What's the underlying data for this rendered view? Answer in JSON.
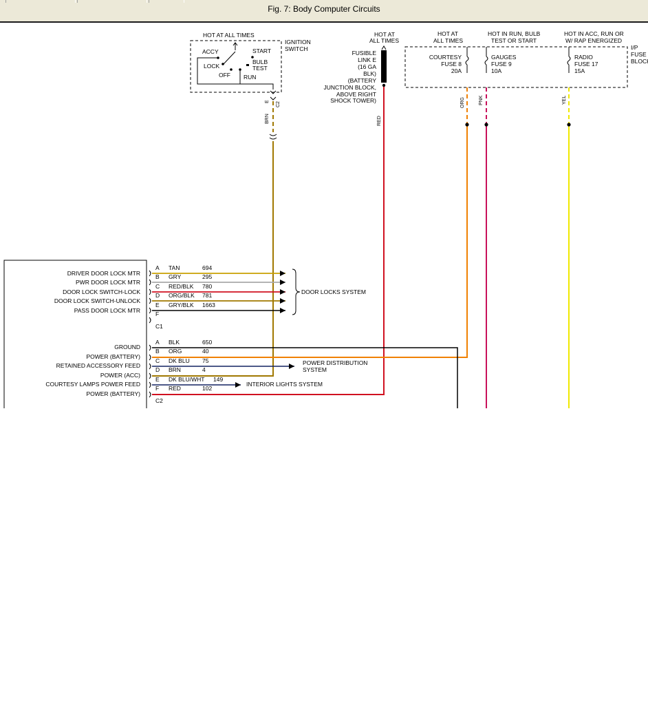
{
  "window": {
    "title": "Fig. 7: Body Computer Circuits"
  },
  "colors": {
    "tan": "#c8a000",
    "gry": "#a8a8a8",
    "red": "#d01020",
    "brown": "#a07800",
    "orange": "#f08000",
    "pink": "#c8105a",
    "yellow": "#f0e800",
    "navy": "#102060",
    "black": "#000000"
  },
  "ignition": {
    "header": "HOT AT ALL TIMES",
    "name_1": "IGNITION",
    "name_2": "SWITCH",
    "accy": "ACCY",
    "start": "START",
    "lock": "LOCK",
    "bulb_1": "BULB",
    "bulb_2": "TEST",
    "off": "OFF",
    "run": "RUN",
    "term": "E",
    "conn": "C2",
    "wire": "BRN"
  },
  "fusible": {
    "header_1": "HOT AT",
    "header_2": "ALL TIMES",
    "lines": [
      "FUSIBLE",
      "LINK E",
      "(16 GA",
      "BLK)",
      "(BATTERY",
      "JUNCTION BLOCK,",
      "ABOVE RIGHT",
      "SHOCK TOWER)"
    ],
    "wire": "RED"
  },
  "fuse_block": {
    "name_1": "I/P",
    "name_2": "FUSE",
    "name_3": "BLOCK",
    "fuses": [
      {
        "hdr_1": "HOT AT",
        "hdr_2": "ALL TIMES",
        "l1": "COURTESY",
        "l2": "FUSE 8",
        "l3": "20A",
        "wire": "ORG"
      },
      {
        "hdr_1": "HOT IN RUN, BULB",
        "hdr_2": "TEST OR START",
        "l1": "GAUGES",
        "l2": "FUSE 9",
        "l3": "10A",
        "wire": "PNK"
      },
      {
        "hdr_1": "HOT IN ACC, RUN OR",
        "hdr_2": "W/ RAP ENERGIZED",
        "l1": "RADIO",
        "l2": "FUSE 17",
        "l3": "15A",
        "wire": "YEL"
      }
    ]
  },
  "connector_c1": {
    "name": "C1",
    "pins": [
      {
        "label": "DRIVER DOOR LOCK MTR",
        "pin": "A",
        "color": "TAN",
        "circuit": "694"
      },
      {
        "label": "PWR DOOR LOCK MTR",
        "pin": "B",
        "color": "GRY",
        "circuit": "295"
      },
      {
        "label": "DOOR LOCK SWITCH-LOCK",
        "pin": "C",
        "color": "RED/BLK",
        "circuit": "780"
      },
      {
        "label": "DOOR LOCK SWITCH-UNLOCK",
        "pin": "D",
        "color": "ORG/BLK",
        "circuit": "781"
      },
      {
        "label": "PASS DOOR LOCK MTR",
        "pin": "E",
        "color": "GRY/BLK",
        "circuit": "1663"
      },
      {
        "label": "",
        "pin": "F",
        "color": "",
        "circuit": ""
      }
    ],
    "destination": "DOOR LOCKS SYSTEM"
  },
  "connector_c2": {
    "name": "C2",
    "pins": [
      {
        "label": "GROUND",
        "pin": "A",
        "color": "BLK",
        "circuit": "650"
      },
      {
        "label": "POWER (BATTERY)",
        "pin": "B",
        "color": "ORG",
        "circuit": "40"
      },
      {
        "label": "RETAINED ACCESSORY FEED",
        "pin": "C",
        "color": "DK BLU",
        "circuit": "75"
      },
      {
        "label": "POWER (ACC)",
        "pin": "D",
        "color": "BRN",
        "circuit": "4"
      },
      {
        "label": "COURTESY LAMPS POWER FEED",
        "pin": "E",
        "color": "DK BLU/WHT",
        "circuit": "149"
      },
      {
        "label": "POWER (BATTERY)",
        "pin": "F",
        "color": "RED",
        "circuit": "102"
      }
    ],
    "dest_power_1": "POWER DISTRIBUTION",
    "dest_power_2": "SYSTEM",
    "dest_interior": "INTERIOR LIGHTS SYSTEM"
  }
}
